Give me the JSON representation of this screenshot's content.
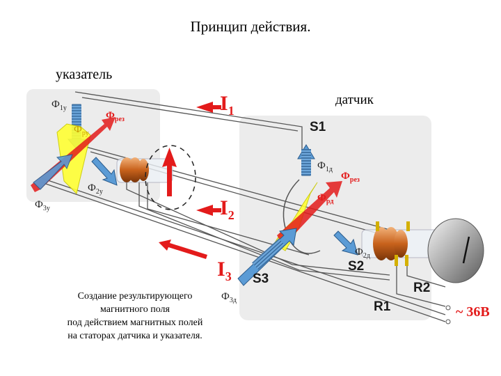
{
  "title": "Принцип действия.",
  "labels": {
    "pointer": "указатель",
    "sensor": "датчик",
    "S1": "S1",
    "S2": "S2",
    "S3": "S3",
    "R1": "R1",
    "R2": "R2",
    "I1": "I",
    "I1_sub": "1",
    "I2": "I",
    "I2_sub": "2",
    "I3": "I",
    "I3_sub": "3",
    "voltage": "~ 36В"
  },
  "flux": {
    "f1y": "Ф",
    "f1y_sub": "1у",
    "f2y": "Ф",
    "f2y_sub": "2у",
    "f3y": "Ф",
    "f3y_sub": "3у",
    "fres_y": "Ф",
    "fres_y_sub": "рез",
    "fpy": "Ф",
    "fpy_sub": "ру",
    "f1d": "Ф",
    "f1d_sub": "1д",
    "f2d": "Ф",
    "f2d_sub": "2д",
    "f3d": "Ф",
    "f3d_sub": "3д",
    "fres_d": "Ф",
    "fres_d_sub": "рез",
    "fpd": "Ф",
    "fpd_sub": "рд"
  },
  "caption": {
    "line1": "Создание результирующего",
    "line2": "магнитного поля",
    "line3": "под действием магнитных полей",
    "line4": "на статорах датчика и указателя."
  },
  "colors": {
    "red": "#e31b1b",
    "blue": "#5b9bd5",
    "yellow": "#ffff33",
    "panel": "#ececec"
  }
}
